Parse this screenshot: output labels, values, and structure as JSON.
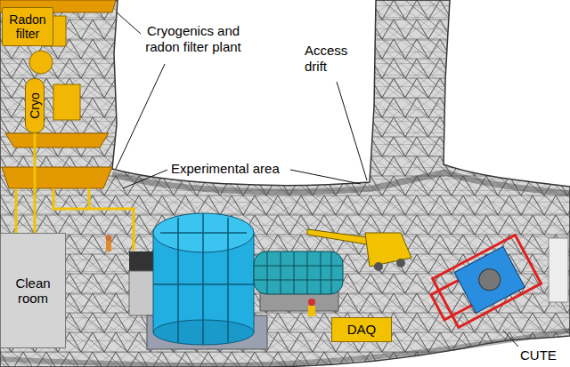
{
  "diagram": {
    "nodes": [
      {
        "text": [
          "Radon filter"
        ]
      },
      {
        "text": [
          "Cryo"
        ]
      },
      {
        "text": [
          "Clean room"
        ]
      },
      {
        "text": [
          "DAQ"
        ]
      }
    ],
    "edges": [
      {
        "from": 1,
        "to": 2,
        "arrow": "none"
      }
    ],
    "labels": [
      "Cryogenics and radon filter plant",
      "Access drift",
      "Experimental area",
      "CUTE"
    ]
  }
}
